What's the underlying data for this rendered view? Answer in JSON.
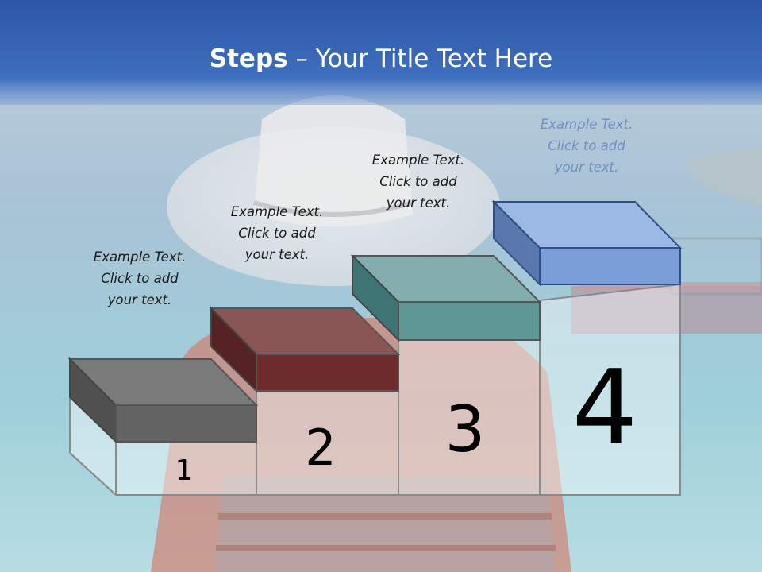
{
  "title": {
    "bold": "Steps",
    "rest": " – Your Title Text Here"
  },
  "steps": [
    {
      "number": "1",
      "caption": "Example Text.\nClick  to add\nyour text.",
      "color": "#636363"
    },
    {
      "number": "2",
      "caption": "Example Text.\nClick  to add\nyour text.",
      "color": "#6e2c2c"
    },
    {
      "number": "3",
      "caption": "Example Text.\nClick  to add\nyour text.",
      "color": "#5f9696"
    },
    {
      "number": "4",
      "caption": "Example Text.\nClick  to add\nyour text.",
      "color": "#7a9ed8"
    }
  ]
}
